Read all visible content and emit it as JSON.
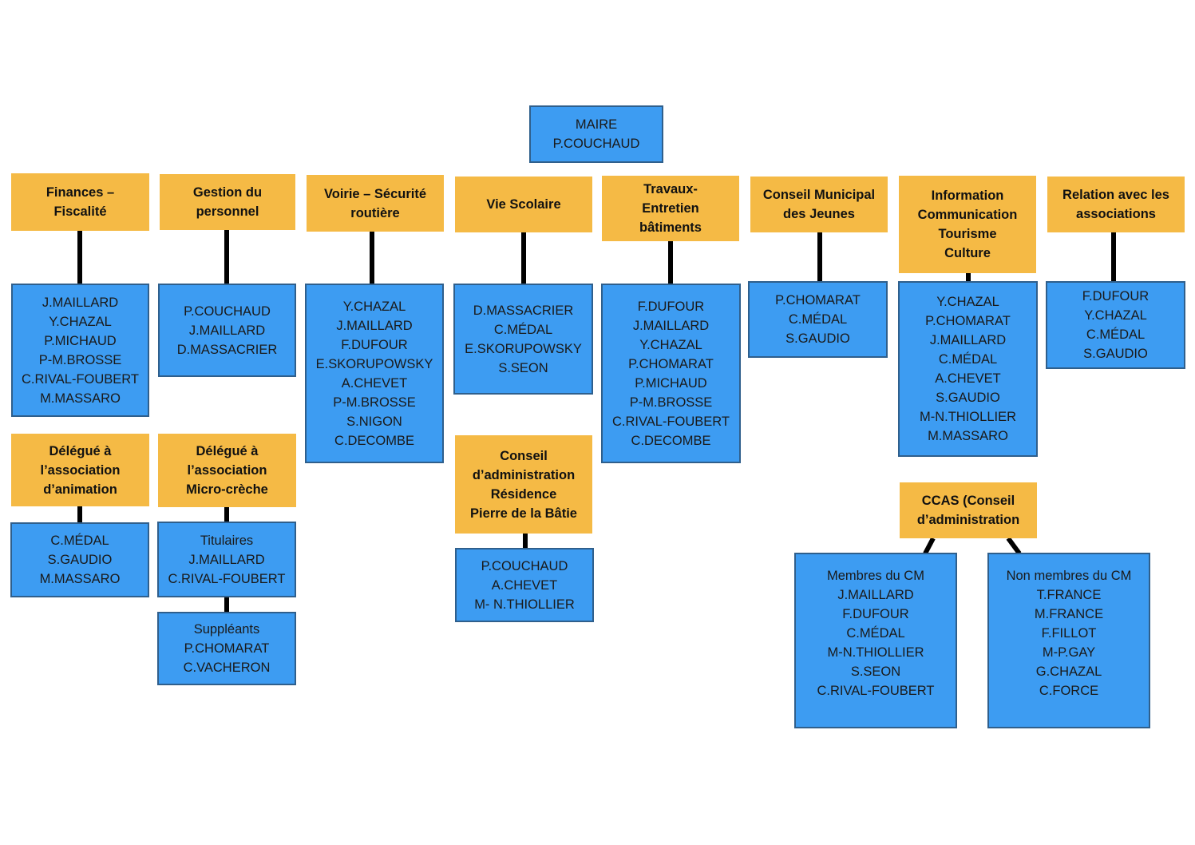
{
  "mayor": {
    "title": "MAIRE",
    "name": "P.COUCHAUD"
  },
  "commissions": [
    {
      "title": [
        "Finances –",
        "Fiscalité"
      ],
      "members": [
        "J.MAILLARD",
        "Y.CHAZAL",
        "P.MICHAUD",
        "P-M.BROSSE",
        "C.RIVAL-FOUBERT",
        "M.MASSARO"
      ]
    },
    {
      "title": [
        "Gestion du",
        "personnel"
      ],
      "members": [
        "P.COUCHAUD",
        "J.MAILLARD",
        "D.MASSACRIER"
      ]
    },
    {
      "title": [
        "Voirie – Sécurité",
        "routière"
      ],
      "members": [
        "Y.CHAZAL",
        "J.MAILLARD",
        "F.DUFOUR",
        "E.SKORUPOWSKY",
        "A.CHEVET",
        "P-M.BROSSE",
        "S.NIGON",
        "C.DECOMBE"
      ]
    },
    {
      "title": [
        "Vie Scolaire"
      ],
      "members": [
        "D.MASSACRIER",
        "C.MÉDAL",
        "E.SKORUPOWSKY",
        "S.SEON"
      ]
    },
    {
      "title": [
        "Travaux-",
        "Entretien",
        "bâtiments"
      ],
      "members": [
        "F.DUFOUR",
        "J.MAILLARD",
        "Y.CHAZAL",
        "P.CHOMARAT",
        "P.MICHAUD",
        "P-M.BROSSE",
        "C.RIVAL-FOUBERT",
        "C.DECOMBE"
      ]
    },
    {
      "title": [
        "Conseil Municipal",
        "des Jeunes"
      ],
      "members": [
        "P.CHOMARAT",
        "C.MÉDAL",
        "S.GAUDIO"
      ]
    },
    {
      "title": [
        "Information",
        "Communication",
        "Tourisme",
        "Culture"
      ],
      "members": [
        "Y.CHAZAL",
        "P.CHOMARAT",
        "J.MAILLARD",
        "C.MÉDAL",
        "A.CHEVET",
        "S.GAUDIO",
        "M-N.THIOLLIER",
        "M.MASSARO"
      ]
    },
    {
      "title": [
        "Relation avec les",
        "associations"
      ],
      "members": [
        "F.DUFOUR",
        "Y.CHAZAL",
        "C.MÉDAL",
        "S.GAUDIO"
      ]
    }
  ],
  "delegates": [
    {
      "title": [
        "Délégué à",
        "l’association",
        "d’animation"
      ],
      "members": [
        "C.MÉDAL",
        "S.GAUDIO",
        "M.MASSARO"
      ]
    },
    {
      "title": [
        "Délégué à",
        "l’association",
        "Micro-crèche"
      ],
      "members": [
        "Titulaires",
        "J.MAILLARD",
        "C.RIVAL-FOUBERT"
      ],
      "extra": [
        "Suppléants",
        "P.CHOMARAT",
        "C.VACHERON"
      ]
    },
    {
      "title": [
        "Conseil",
        "d’administration",
        "Résidence",
        "Pierre de la Bâtie"
      ],
      "members": [
        "P.COUCHAUD",
        "A.CHEVET",
        "M- N.THIOLLIER"
      ]
    }
  ],
  "ccas": {
    "title": [
      "CCAS (Conseil",
      "d’administration"
    ],
    "groups": [
      {
        "members": [
          "Membres du CM",
          "J.MAILLARD",
          "F.DUFOUR",
          "C.MÉDAL",
          "M-N.THIOLLIER",
          "S.SEON",
          "C.RIVAL-FOUBERT"
        ]
      },
      {
        "members": [
          "Non membres du CM",
          "T.FRANCE",
          "M.FRANCE",
          "F.FILLOT",
          "M-P.GAY",
          "G.CHAZAL",
          "C.FORCE"
        ]
      }
    ]
  },
  "colors": {
    "header": "#f5ba45",
    "member_box": "#3d9cf2",
    "member_border": "#2f5f8c",
    "connector": "#000000"
  }
}
